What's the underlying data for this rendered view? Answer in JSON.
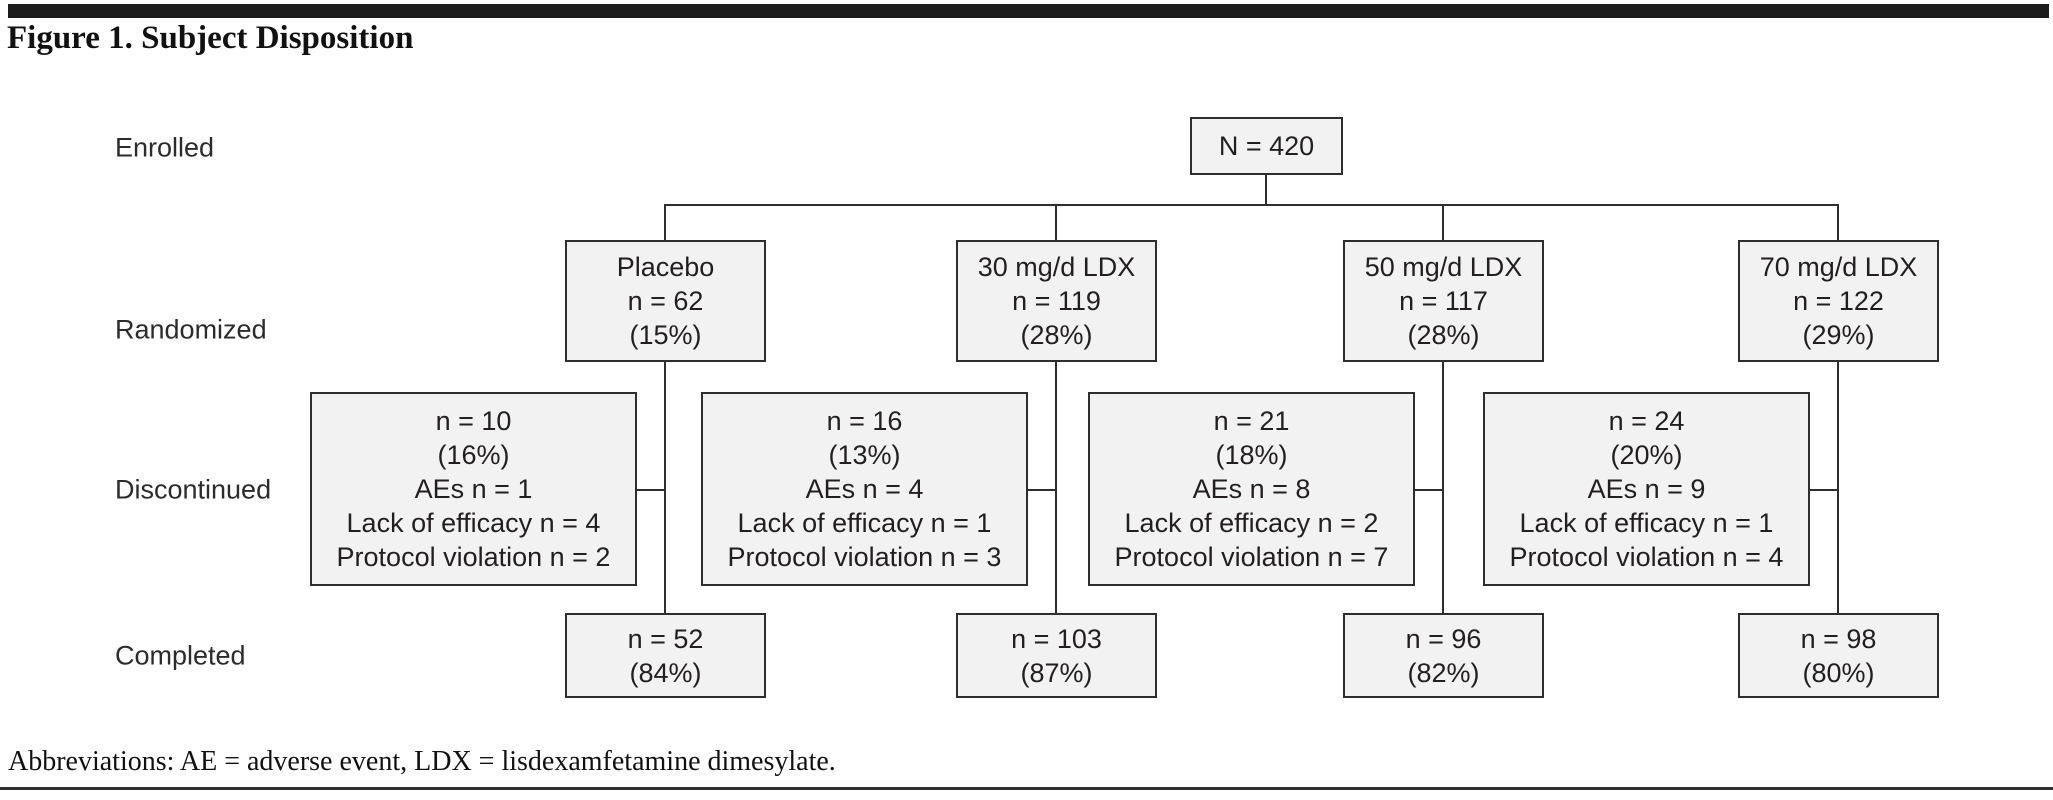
{
  "title": "Figure 1. Subject Disposition",
  "row_labels": {
    "enrolled": "Enrolled",
    "randomized": "Randomized",
    "discontinued": "Discontinued",
    "completed": "Completed"
  },
  "enrolled_box": "N = 420",
  "arms": [
    {
      "name": "Placebo",
      "randomized": "Placebo\nn = 62\n(15%)",
      "discontinued": "n = 10\n(16%)\nAEs n = 1\nLack of efficacy n = 4\nProtocol violation n = 2",
      "completed": "n = 52\n(84%)"
    },
    {
      "name": "30 mg/d LDX",
      "randomized": "30 mg/d LDX\nn = 119\n(28%)",
      "discontinued": "n = 16\n(13%)\nAEs n = 4\nLack of efficacy n = 1\nProtocol violation n = 3",
      "completed": "n = 103\n(87%)"
    },
    {
      "name": "50 mg/d LDX",
      "randomized": "50 mg/d LDX\nn = 117\n(28%)",
      "discontinued": "n = 21\n(18%)\nAEs n = 8\nLack of efficacy n = 2\nProtocol violation n = 7",
      "completed": "n = 96\n(82%)"
    },
    {
      "name": "70 mg/d LDX",
      "randomized": "70 mg/d LDX\nn = 122\n(29%)",
      "discontinued": "n = 24\n(20%)\nAEs n = 9\nLack of efficacy n = 1\nProtocol violation n = 4",
      "completed": "n = 98\n(80%)"
    }
  ],
  "footnote": "Abbreviations: AE = adverse event, LDX = lisdexamfetamine dimesylate.",
  "colors": {
    "box_fill": "#f2f2f2",
    "box_border": "#2e2e2e",
    "connector": "#2e2e2e",
    "top_bar": "#1c1c1c",
    "text": "#231f20"
  }
}
